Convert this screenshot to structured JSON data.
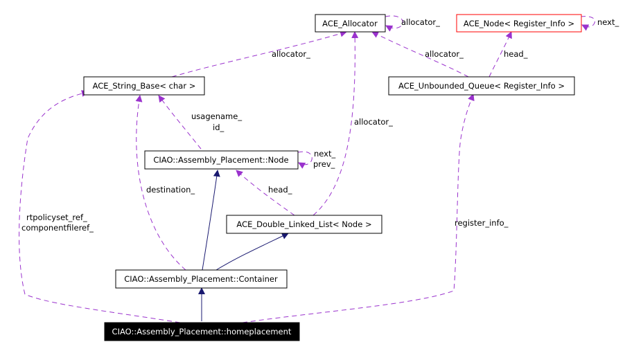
{
  "nodes": {
    "ace_allocator": "ACE_Allocator",
    "ace_node_register_info": "ACE_Node< Register_Info >",
    "ace_string_base_char": "ACE_String_Base< char >",
    "ace_unbounded_queue_register_info": "ACE_Unbounded_Queue< Register_Info >",
    "ciao_node": "CIAO::Assembly_Placement::Node",
    "ace_double_linked_list_node": "ACE_Double_Linked_List< Node >",
    "ciao_container": "CIAO::Assembly_Placement::Container",
    "ciao_homeplacement": "CIAO::Assembly_Placement::homeplacement"
  },
  "edge_labels": {
    "allocator_self": "allocator_",
    "next_self_ace_node": "next_",
    "allocator_string_base": "allocator_",
    "allocator_queue": "allocator_",
    "head_queue": "head_",
    "usagename": "usagename_",
    "id": "id_",
    "allocator_dll": "allocator_",
    "next_self_ciao_node": "next_",
    "prev_self_ciao_node": "prev_",
    "destination": "destination_",
    "head_dll": "head_",
    "rtpolicyset_ref": "rtpolicyset_ref_",
    "componentfileref": "componentfileref_",
    "register_info": "register_info_"
  },
  "colors": {
    "usage_edge": "#9a32cd",
    "inheritance_edge": "#191970",
    "highlight_border": "#ff0000",
    "focus_fill": "#000000"
  }
}
